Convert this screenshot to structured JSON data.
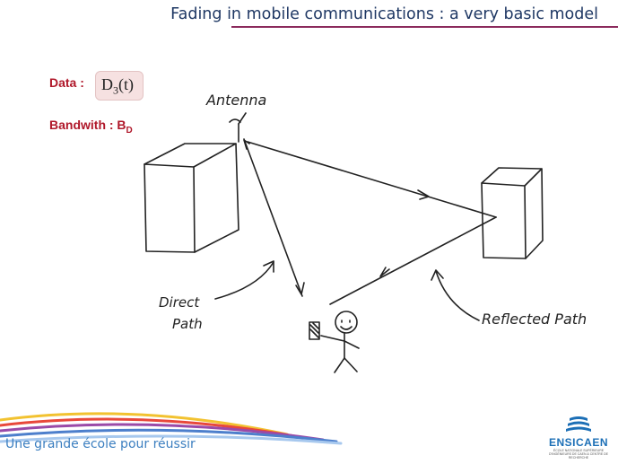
{
  "slide": {
    "title": "Fading in mobile communications : a very basic model",
    "data_label": "Data :",
    "data_formula": {
      "base": "D",
      "sub": "3",
      "arg": "(t)"
    },
    "bandwidth_label": "Bandwith : B",
    "bandwidth_sub": "D"
  },
  "diagram": {
    "antenna_label": "Antenna",
    "direct_path_line1": "Direct",
    "direct_path_line2": "Path",
    "reflected_path_label": "Reflected Path"
  },
  "footer": {
    "tagline": "Une grande école pour réussir",
    "logo_name": "ENSICAEN",
    "logo_sub": "ÉCOLE NATIONALE SUPÉRIEURE D'INGÉNIEURS DE CAEN & CENTRE DE RECHERCHE"
  },
  "colors": {
    "title": "#1f3864",
    "title_rule": "#8b2a5c",
    "label_red": "#b0182a",
    "formula_box": "#f6e1e1",
    "footer_blue": "#3c7fc0",
    "logo_blue": "#1c6fb6"
  }
}
